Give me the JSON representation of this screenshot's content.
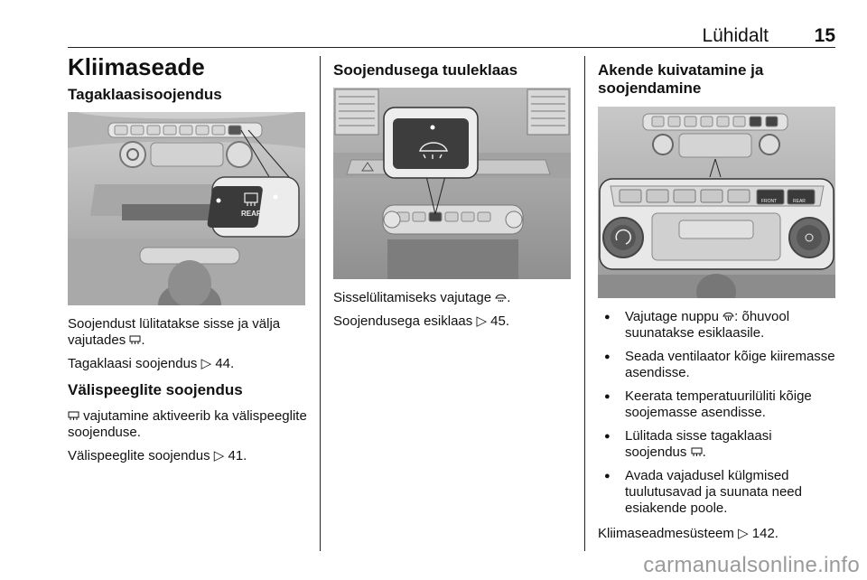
{
  "header": {
    "section": "Lühidalt",
    "page_number": "15"
  },
  "col1": {
    "title": "Kliimaseade",
    "subtitle": "Tagaklaasisoojendus",
    "figure_label": "REAR",
    "p1a": "Soojendust lülitatakse sisse ja välja vajutades ",
    "p1b": ".",
    "p2a": "Tagaklaasi soojendus ",
    "p2b": " 44.",
    "subtitle2": "Välispeeglite soojendus",
    "p3": " vajutamine aktiveerib ka välispeeglite soojenduse.",
    "p4a": "Välispeeglite soojendus ",
    "p4b": " 41."
  },
  "col2": {
    "subtitle": "Soojendusega tuuleklaas",
    "p1a": "Sisselülitamiseks vajutage ",
    "p1b": ".",
    "p2a": "Soojendusega esiklaas ",
    "p2b": " 45."
  },
  "col3": {
    "subtitle": "Akende kuivatamine ja soojendamine",
    "figure_labels": {
      "front": "FRONT",
      "rear": "REAR"
    },
    "bullets": [
      {
        "a": "Vajutage nuppu ",
        "b": ": õhuvool suunatakse esiklaasile."
      },
      {
        "a": "Seada ventilaator kõige kiiremasse asendisse.",
        "b": ""
      },
      {
        "a": "Keerata temperatuurilüliti kõige soojemasse asendisse.",
        "b": ""
      },
      {
        "a": "Lülitada sisse tagaklaasi soojendus ",
        "b": "."
      },
      {
        "a": "Avada vajadusel külgmised tuulutusavad ja suunata need esiakende poole.",
        "b": ""
      }
    ],
    "p1a": "Kliimaseadmesüsteem ",
    "p1b": " 142."
  },
  "watermark": "carmanualsonline.info",
  "icons": [
    "rear-defrost-icon",
    "front-defrost-icon",
    "max-defrost-icon",
    "cross-reference-icon"
  ]
}
